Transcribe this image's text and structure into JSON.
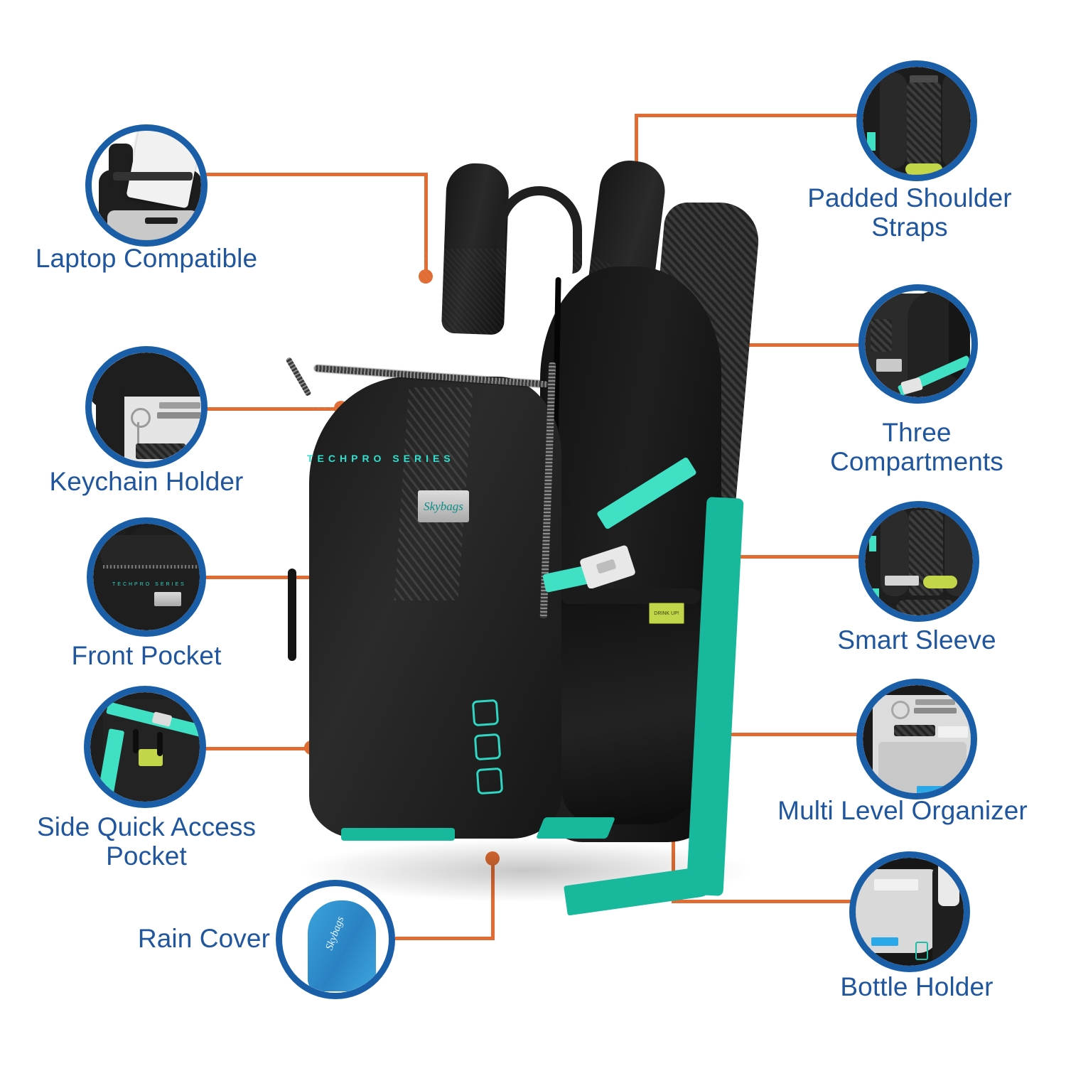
{
  "meta": {
    "graphic_type": "product-feature-infographic",
    "product_brand": "Skybags",
    "product_series": "TECHPRO SERIES",
    "background_color": "#ffffff",
    "accent_line_color": "#e06c33",
    "circle_ring_color": "#1b5ea8",
    "label_text_color": "#20569d",
    "product_accent_color": "#3fe0c4"
  },
  "product": {
    "series_text": "TECHPRO SERIES",
    "logo_text": "Skybags",
    "bottle_tag_text": "DRINK UP!"
  },
  "features": [
    {
      "id": "laptop-compatible",
      "label": "Laptop Compatible",
      "side": "left",
      "thumb": "laptop-sliding-into-backpack"
    },
    {
      "id": "keychain-holder",
      "label": "Keychain Holder",
      "side": "left",
      "thumb": "open-organizer-with-key-ring"
    },
    {
      "id": "front-pocket",
      "label": "Front Pocket",
      "side": "left",
      "thumb": "backpack-front-pocket-closeup"
    },
    {
      "id": "side-quick-access-pocket",
      "label": "Side Quick Access\nPocket",
      "side": "left",
      "thumb": "side-pocket-with-teal-straps"
    },
    {
      "id": "rain-cover",
      "label": "Rain Cover",
      "side": "bottom-left",
      "thumb": "blue-rain-cover-with-skybags-logo"
    },
    {
      "id": "padded-shoulder-straps",
      "label": "Padded Shoulder\nStraps",
      "side": "right",
      "thumb": "backpack-rear-shoulder-straps"
    },
    {
      "id": "three-compartments",
      "label": "Three\nCompartments",
      "side": "right",
      "thumb": "backpack-side-profile-compartments"
    },
    {
      "id": "smart-sleeve",
      "label": "Smart Sleeve",
      "side": "right",
      "thumb": "rear-panel-smart-sleeve-badge"
    },
    {
      "id": "multi-level-organizer",
      "label": "Multi Level Organizer",
      "side": "right",
      "thumb": "grey-organizer-compartment"
    },
    {
      "id": "bottle-holder",
      "label": "Bottle Holder",
      "side": "right",
      "thumb": "side-bottle-pocket-with-bottle"
    }
  ]
}
